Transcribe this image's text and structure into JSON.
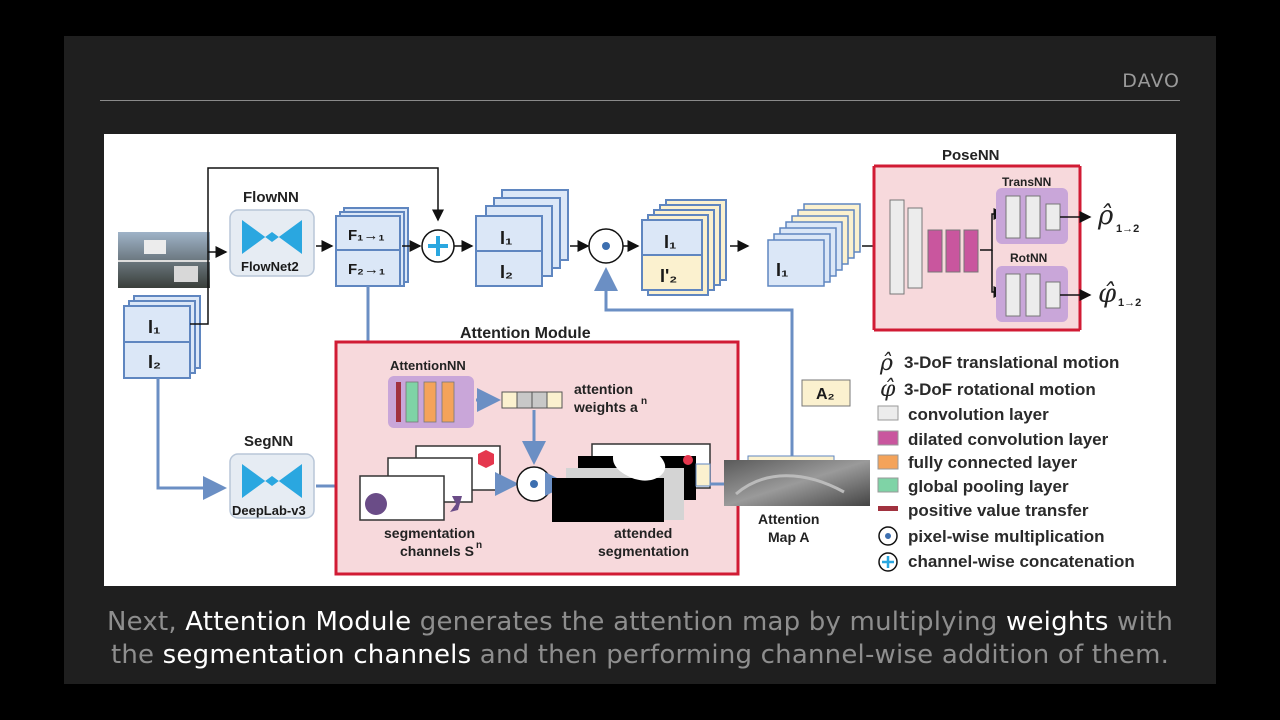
{
  "slide": {
    "title": "DAVO"
  },
  "figure": {
    "flownn": {
      "title": "FlowNN",
      "label": "FlowNet2"
    },
    "segnn": {
      "title": "SegNN",
      "label": "DeepLab-v3"
    },
    "attention_nn": {
      "title": "AttentionNN"
    },
    "attention_module": {
      "title": "Attention Module"
    },
    "posenn": {
      "title": "PoseNN",
      "trans": "TransNN",
      "rot": "RotNN"
    },
    "labels": {
      "I1": "I₁",
      "I2": "I₂",
      "I2p": "I'₂",
      "F11": "F₁→₁",
      "F21": "F₂→₁",
      "A2": "A₂",
      "attention_weights": "attention",
      "attention_weights_2": "weights a",
      "superscript_n": "n",
      "seg_channels": "segmentation",
      "seg_channels_2": "channels S",
      "attended": "attended",
      "attended_2": "segmentation",
      "attention_map": "Attention",
      "attention_map_2": "Map A"
    },
    "outputs": {
      "rho": "ρ̂",
      "phi": "φ̂",
      "sub": "1→2"
    },
    "legend": [
      {
        "icon": "rho-symbol",
        "symbol": "ρ̂",
        "label": "3-DoF translational motion"
      },
      {
        "icon": "phi-symbol",
        "symbol": "φ̂",
        "label": "3-DoF rotational motion"
      },
      {
        "icon": "convolution-swatch",
        "color": "#ececec",
        "label": "convolution layer"
      },
      {
        "icon": "dilated-swatch",
        "color": "#c9569e",
        "label": "dilated convolution layer"
      },
      {
        "icon": "fc-swatch",
        "color": "#f4a35a",
        "label": "fully connected layer"
      },
      {
        "icon": "pooling-swatch",
        "color": "#7fd3a6",
        "label": "global pooling layer"
      },
      {
        "icon": "transfer-swatch",
        "color": "#a1323f",
        "label": "positive value transfer"
      },
      {
        "icon": "pixel-mult-icon",
        "label": "pixel-wise multiplication"
      },
      {
        "icon": "concat-icon",
        "label": "channel-wise concatenation"
      }
    ]
  },
  "caption": {
    "p1": "Next, ",
    "h1": "Attention Module",
    "p2": " generates the attention map by multiplying ",
    "h2": "weights",
    "p3": " with",
    "p4": "the ",
    "h3": "segmentation channels",
    "p5": " and then performing channel-wise addition of them."
  }
}
